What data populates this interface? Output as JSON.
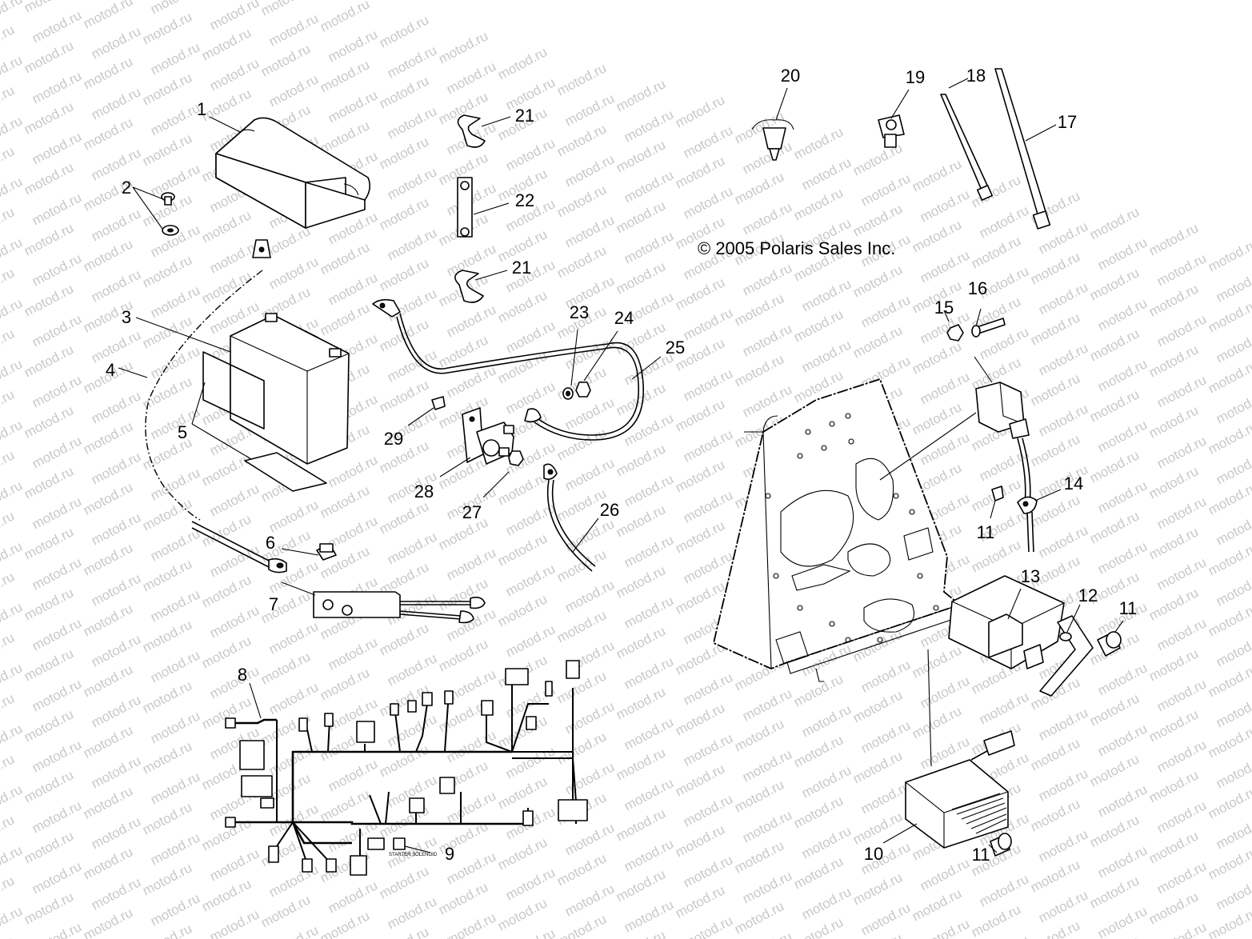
{
  "watermark": {
    "text": "motod.ru",
    "color": "#c8c8c8"
  },
  "copyright": "© 2005 Polaris Sales Inc.",
  "callouts": [
    {
      "id": "c1",
      "label": "1"
    },
    {
      "id": "c2",
      "label": "2"
    },
    {
      "id": "c3",
      "label": "3"
    },
    {
      "id": "c4",
      "label": "4"
    },
    {
      "id": "c5",
      "label": "5"
    },
    {
      "id": "c6",
      "label": "6"
    },
    {
      "id": "c7",
      "label": "7"
    },
    {
      "id": "c8",
      "label": "8"
    },
    {
      "id": "c9",
      "label": "9"
    },
    {
      "id": "c10",
      "label": "10"
    },
    {
      "id": "c11a",
      "label": "11"
    },
    {
      "id": "c11b",
      "label": "11"
    },
    {
      "id": "c11c",
      "label": "11"
    },
    {
      "id": "c12",
      "label": "12"
    },
    {
      "id": "c13",
      "label": "13"
    },
    {
      "id": "c14",
      "label": "14"
    },
    {
      "id": "c15",
      "label": "15"
    },
    {
      "id": "c16",
      "label": "16"
    },
    {
      "id": "c17",
      "label": "17"
    },
    {
      "id": "c18",
      "label": "18"
    },
    {
      "id": "c19",
      "label": "19"
    },
    {
      "id": "c20",
      "label": "20"
    },
    {
      "id": "c21a",
      "label": "21"
    },
    {
      "id": "c21b",
      "label": "21"
    },
    {
      "id": "c22",
      "label": "22"
    },
    {
      "id": "c23",
      "label": "23"
    },
    {
      "id": "c24",
      "label": "24"
    },
    {
      "id": "c25",
      "label": "25"
    },
    {
      "id": "c26",
      "label": "26"
    },
    {
      "id": "c27",
      "label": "27"
    },
    {
      "id": "c28",
      "label": "28"
    },
    {
      "id": "c29",
      "label": "29"
    }
  ],
  "harness_tag": "STARTER SOLENOID"
}
